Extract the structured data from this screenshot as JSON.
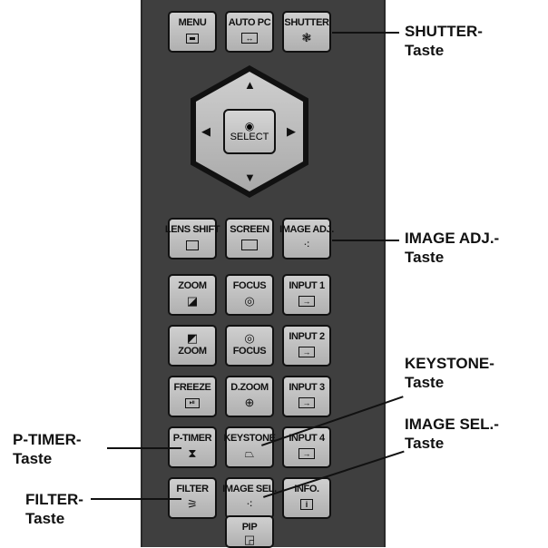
{
  "buttons": {
    "menu": "MENU",
    "auto_pc": "AUTO PC",
    "shutter": "SHUTTER",
    "select": "SELECT",
    "lens_shift": "LENS SHIFT",
    "screen": "SCREEN",
    "image_adj": "IMAGE ADJ.",
    "zoom_plus": "ZOOM",
    "focus_plus": "FOCUS",
    "input1": "INPUT 1",
    "zoom_minus": "ZOOM",
    "focus_minus": "FOCUS",
    "input2": "INPUT 2",
    "freeze": "FREEZE",
    "dzoom": "D.ZOOM",
    "input3": "INPUT 3",
    "ptimer": "P-TIMER",
    "keystone": "KEYSTONE",
    "input4": "INPUT 4",
    "filter": "FILTER",
    "image_sel": "IMAGE SEL.",
    "info": "INFO.",
    "pip": "PIP"
  },
  "callouts": {
    "shutter_1": "SHUTTER-",
    "shutter_2": "Taste",
    "image_adj_1": "IMAGE ADJ.-",
    "image_adj_2": "Taste",
    "keystone_1": "KEYSTONE-",
    "keystone_2": "Taste",
    "image_sel_1": "IMAGE SEL.-",
    "image_sel_2": "Taste",
    "ptimer_1": "P-TIMER-",
    "ptimer_2": "Taste",
    "filter_1": "FILTER-",
    "filter_2": "Taste"
  }
}
